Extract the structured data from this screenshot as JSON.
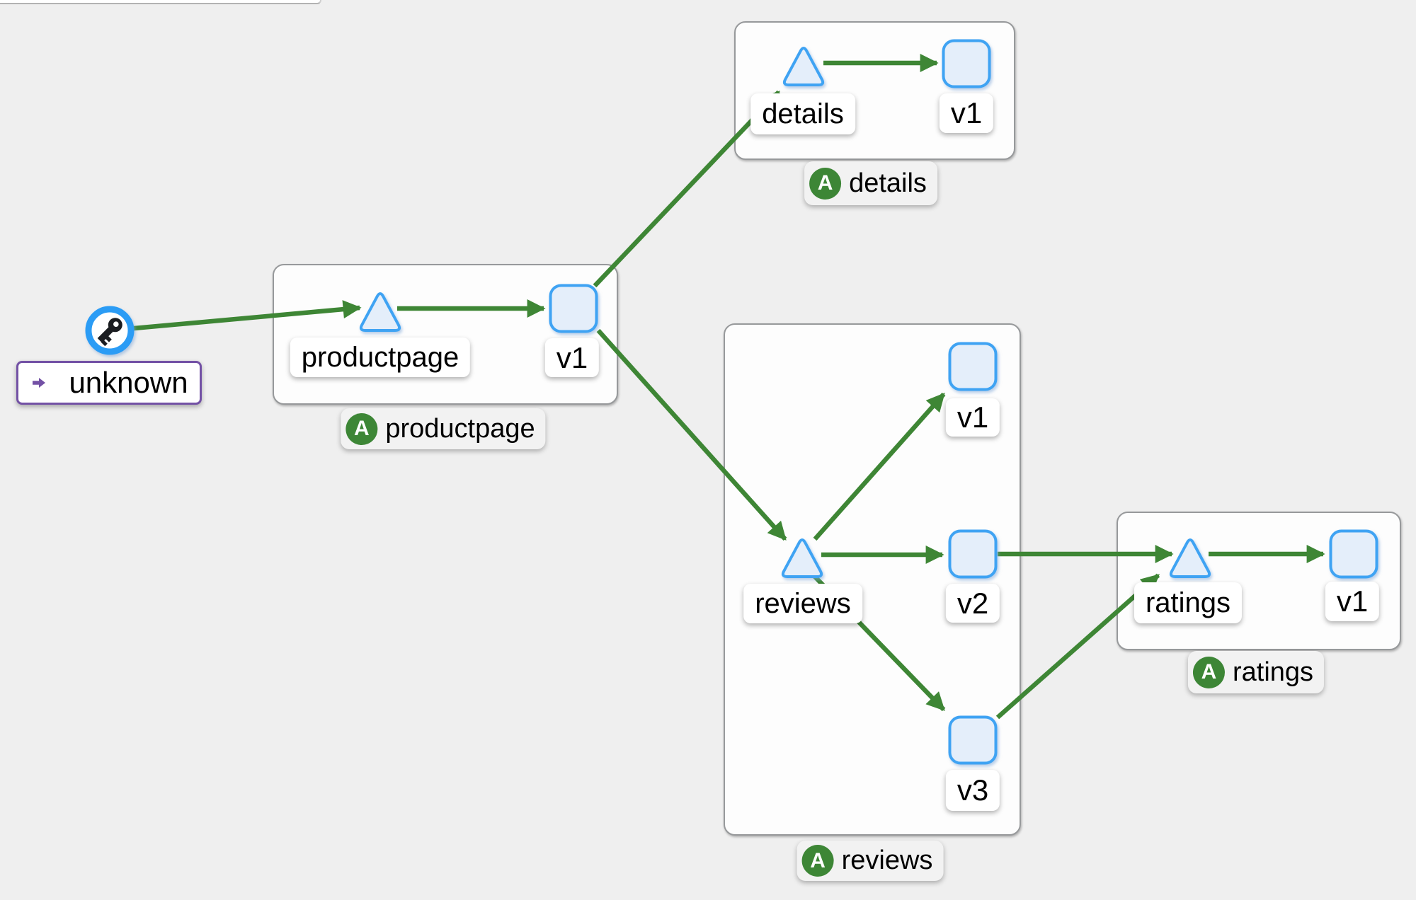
{
  "canvas": {
    "background": "#efefef"
  },
  "colors": {
    "edge_green": "#3e8635",
    "node_fill_blue": "#e4eefa",
    "node_border_blue": "#3fa3f3",
    "ring_blue": "#2b9cf5",
    "badge_green": "#3d8636",
    "unknown_purple": "#7351a5",
    "group_border": "#97999b",
    "label_bg": "#ffffff",
    "badge_bg": "#f2f2f2",
    "key_black": "#1b1d21"
  },
  "unknown_node": {
    "label": "unknown",
    "node_icon": "key-icon",
    "badge_icon": "arrow-right-circle-icon"
  },
  "app_badge_letter": "A",
  "groups": [
    {
      "id": "productpage",
      "service_label": "productpage",
      "badge_letter": "A",
      "badge_label": "productpage",
      "versions": [
        "v1"
      ]
    },
    {
      "id": "details",
      "service_label": "details",
      "badge_letter": "A",
      "badge_label": "details",
      "versions": [
        "v1"
      ]
    },
    {
      "id": "reviews",
      "service_label": "reviews",
      "badge_letter": "A",
      "badge_label": "reviews",
      "versions": [
        "v1",
        "v2",
        "v3"
      ]
    },
    {
      "id": "ratings",
      "service_label": "ratings",
      "badge_letter": "A",
      "badge_label": "ratings",
      "versions": [
        "v1"
      ]
    }
  ],
  "edges": [
    {
      "from": "unknown",
      "to": "productpage"
    },
    {
      "from": "productpage",
      "to": "productpage v1"
    },
    {
      "from": "productpage v1",
      "to": "details"
    },
    {
      "from": "details",
      "to": "details v1"
    },
    {
      "from": "productpage v1",
      "to": "reviews"
    },
    {
      "from": "reviews",
      "to": "reviews v1"
    },
    {
      "from": "reviews",
      "to": "reviews v2"
    },
    {
      "from": "reviews",
      "to": "reviews v3"
    },
    {
      "from": "reviews v2",
      "to": "ratings"
    },
    {
      "from": "reviews v3",
      "to": "ratings"
    },
    {
      "from": "ratings",
      "to": "ratings v1"
    }
  ]
}
